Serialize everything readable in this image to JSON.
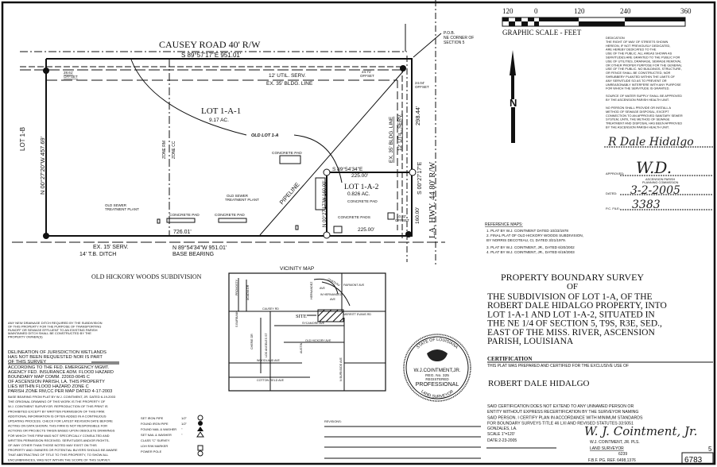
{
  "scale": {
    "labels": [
      "120",
      "0",
      "120",
      "240",
      "360"
    ],
    "title": "GRAPHIC SCALE - FEET"
  },
  "north_arrow": {
    "letter": "N",
    "icon": "north-arrow-icon"
  },
  "dedication": [
    "DEDICATION",
    "THE RIGHT OF WAY OF STREETS SHOWN",
    "HEREON, IF NOT PREVIOUSLY DEDICATED,",
    "ARE HEREBY DEDICATED TO THE",
    "USE OF THE PUBLIC. ALL AREAS SHOWN AS",
    "SERVITUDES ARE GRANTED TO THE PUBLIC FOR",
    "USE OF UTILITIES, DRAINAGE, SEWAGE REMOVAL",
    "OR OTHER PROPER PURPOSE FOR THE GENERAL",
    "USE OF THE PUBLIC. NO BUILDINGS, STRUCTURE,",
    "OR FENCE SHALL BE CONSTRUCTED, NOR",
    "SHRUBBERY PLANTED WITHIN THE LIMITS OF",
    "ANY SERVITUDE SO AS TO PREVENT OR",
    "UNREASONABLY INTERFERE WITH ANY PURPOSE",
    "FOR WHICH THE SERVITUDE IS GRANTED."
  ],
  "water": [
    "SOURCE OF WATER SUPPLY SHALL BE APPROVED",
    "BY THE ASCENSION PARISH HEALTH UNIT."
  ],
  "sewage": [
    "NO PERSON SHALL PROVIDE OR INSTALL A",
    "METHOD OF SEWAGE DISPOSAL, EXCEPT",
    "CONNECTION TO AN APPROVED SANITARY SEWER",
    "SYSTEM, UNTIL THE METHOD OF SEWAGE",
    "TREATMENT AND DISPOSAL HAS BEEN APPROVED",
    "BY THE ASCENSION PARISH HEALTH UNIT."
  ],
  "approval": {
    "owner_signature": "R Dale Hidalgo",
    "approved_label": "APPROVED:",
    "approver_signature": "W.D.",
    "commission": [
      "ASCENSION PARISH",
      "PLANNING COMMISSION"
    ],
    "dated_label": "DATED:",
    "dated_value": "3-2-2005",
    "file_label": "P.C. FILE:",
    "file_value": "3383"
  },
  "reference_maps": {
    "title": "REFERENCE MAPS:",
    "items": [
      "1.  PLAT BY W.J. COINTMENT DATED 10/23/1978",
      "2.  FINAL PLAT OF OLD HICKORY WOODS SUBDIVISION,",
      "     BY NORRIS DECOTEAU, CI, DATED 3/21/1979.",
      "3.  PLAT BY W.J. COINTMENT, JR., DATED 6/20/2002",
      "4.  PLAT BY W.J. COINTMENT, JR., DATED 6/19/2003"
    ]
  },
  "title_block": {
    "lines": [
      "PROPERTY BOUNDARY SURVEY",
      "OF",
      "THE  SUBDIVISION OF  LOT 1-A,  OF THE",
      "ROBERT DALE HIDALGO  PROPERTY,  INTO",
      "LOT 1-A-1 AND LOT 1-A-2,  SITUATED IN",
      "THE NE 1/4 OF SECTION 5, T9S, R3E, SED.,",
      "EAST  OF THE  MISS. RIVER,  ASCENSION",
      "PARISH, LOUISIANA"
    ]
  },
  "certification": {
    "title": "CERTIFICATION",
    "text": "THIS PLAT WAS PREPARED AND CERTIFIED FOR THE EXCLUSIVE USE OF",
    "client": "ROBERT DALE HIDALGO",
    "disclaimer": [
      "SAID CERTIFICATION DOES NOT EXTEND TO ANY UNNAMED PERSON OR",
      "ENTITY WITHOUT EXPRESS RECERTIFICATION BY THE SURVEYOR NAMING",
      "SAID PERSON.  I CERTIFY PLAN IN ACCORDANCE WITH MINIMUM STANDARDS",
      "FOR BOUNDARY SURVEYS TITLE 46 LXI AND REVISED STATUTES 33:5051"
    ],
    "location": "GONZALES, LA.",
    "scale": "SCALE 1\"=120'",
    "date": "DATE:2-23-2005",
    "signature": "W. J. Cointment, Jr.",
    "surveyor": "W.J. COINTMENT, JR. PLS.",
    "surveyor_title": "LAND SURVEYOR",
    "job_no": "6239",
    "fb_ref": "F.B.F. PG. REF. 6498,1376",
    "sheet_no": "5",
    "drawing_no": "6783"
  },
  "seal": {
    "arc_top": "STATE OF LOUISIANA",
    "name": "W.J.COINTMENT,JR.",
    "reg": "REG. No. 325",
    "registered": "REGISTERED",
    "professional": "PROFESSIONAL",
    "arc_bottom": "LAND SURVEYOR"
  },
  "revisions": {
    "label": "REVISIONS:"
  },
  "notes": {
    "drainage": [
      "ANY NEW DRAINAGE DITCH REQUIRED BY THE SUBDIVISION",
      "OF THIS PROPERTY FOR THE PURPOSE OF TRANSPORTING",
      "RUNOFF OR SEWAGE EFFLUENT TO AN EXISTING PARISH",
      "MAINTAINED DITCH SHALL BE CONSTRUCTED BY THE",
      "PROPERTY OWNER(S)"
    ],
    "wetlands": [
      "DELINEATION OF JURISDICTION WETLANDS",
      "HAS NOT BEEN REQUESTED NOR IS PART",
      "OF THIS SURVEY"
    ],
    "flood": [
      "ACCORDING TO THE FED. EMERGENCY MGMT.",
      "AGENCY FED. INSURANCE ADM. FLOOD HAZARD",
      "BOUNDARY MAP COMM. 22003-0045 C",
      "OF ASCENSION PARISH, LA. THIS PROPERTY",
      "LIES WITHIN FLOOD HAZARD ZONE C",
      "PARISH ZONE RM,CC PER MAP DATED 4-17-2003"
    ],
    "base": [
      "BASE BEARING FROM PLAT BY W.J. COINTMENT, JR. DATED 6-19-2003",
      "THE ORIGINAL DRAWING OF THIS WORK IS THE PROPERTY OF",
      "W.J. COINTMENT SURVEYOR. REPRODUCTION OF THIS PRINT IS",
      "PROHIBITED EXCEPT BY WRITTEN PERMISSION OF THIS FIRM.",
      "ADDITIONAL INFORMATION IS OFTEN ADDED IN A CONTINUOUS",
      "UPDATING PROCESS. CHECK FOR LATEST REVISION DATE BEFORE",
      "ACTING ON DATA SHOWN. THIS FIRM IS NOT RESPONSIBLE FOR",
      "ACTIONS OR PROJECTS TAKEN BASED UPON OBSOLETE DRAWINGS",
      "FOR WHICH THIS FIRM WAS NOT SPECIFICALLY CONSULTED AND",
      "WRITTEN PERMISSION RECEIVED. SERVITUDES AND/OR RIGHTS-",
      "OF-WAY OTHER THAN THOSE NOTED MAY EXIST ON THIS",
      "PROPERTY AND OWNERS OR POTENTIAL BUYERS SHOULD BE AWARE",
      "THAT ABSTRACTING OF TITLE TO THIS PROPERTY, TO SHOW ALL",
      "ENCUMBRANCES, WAS NOT WITHIN THE SCOPE OF THIS SURVEY."
    ]
  },
  "legend": [
    {
      "label": "SET IRON PIPE",
      "size": "1/2\"",
      "symbol": "open-circle"
    },
    {
      "label": "FOUND IRON PIPE",
      "size": "1/2\"",
      "symbol": "filled-circle"
    },
    {
      "label": "FOUND NAIL & WASHER",
      "size": "\"",
      "symbol": "filled-triangle"
    },
    {
      "label": "SET NAIL & WASHER",
      "size": "\"",
      "symbol": "open-triangle"
    },
    {
      "label": "CLASS \"C\" SURVEY",
      "size": "",
      "symbol": ""
    },
    {
      "label": "LDH R/W MARKER",
      "size": "",
      "symbol": "square"
    },
    {
      "label": "POWER POLE",
      "size": "",
      "symbol": "power-pole"
    }
  ],
  "plat": {
    "road": "CAUSEY ROAD 40' R/W",
    "north_bearing": "S 89°57'17\"E   951.01'",
    "offset_nw": [
      "28.61'",
      "OFFSET"
    ],
    "util_north": "12' UTIL. SERV.",
    "bldg_north": "EX. 35' BLDG. LINE",
    "offset_ne": [
      "24.71'",
      "OFFSET"
    ],
    "offset_e": [
      "24.04'",
      "OFFSET"
    ],
    "pob": [
      "P.O.B.",
      "NE CORNER OF",
      "SECTION 5"
    ],
    "lot_west": "LOT 1-B",
    "west_bearing": "N 00°27'20\"W   457.69'",
    "zone_rm": "ZONE RM",
    "zone_cc": "ZONE CC",
    "lot1": "LOT 1-A-1",
    "lot1_area": "9.17 AC.",
    "old_lot": "OLD LOT 1-A",
    "concrete_pad": "CONCRETE PAD",
    "concrete_pads": "CONCRETE PADS",
    "pipeline": "PIPELINE",
    "bldg_east": "EX. 35' BLDG. LINE",
    "util_east": "12' UTIL. SERV.",
    "east_dist": "298.44'",
    "east_bearing": "S 00°27'17\"E",
    "highway": "LA. HWY. 44  80' R/W",
    "lot2_north": "S 89°54'34\"E",
    "lot2_north_dist": "225.00'",
    "lot2": "LOT 1-A-2",
    "lot2_area": "0.826 AC.",
    "lot2_west": "N 00°27'17\"W  160.00'",
    "lot2_east_dist": "160.00'",
    "lot2_south_dist": "225.00'",
    "offset_se": [
      "10.82'",
      "OFFSET"
    ],
    "sewer_plant": [
      "OLD SEWER",
      "TREATMENT PLANT"
    ],
    "south_dist": "726.01'",
    "serv_south": "EX. 15' SERV.",
    "ditch": "14' T.B. DITCH",
    "south_bearing": "N 89°54'34\"W   951.01'",
    "base_bearing": "BASE BEARING",
    "subdivision": "OLD HICKORY WOODS SUBDIVISION"
  },
  "vicinity": {
    "title": "VICINITY MAP",
    "streets": {
      "burbank": "S BURBANK",
      "provosty": "PROVOSTY",
      "acadia": "ACADIA DR",
      "hernandez_n": "HERNANDEZ",
      "hernandez_w": "W HERNANDEZ",
      "ave": "AVE",
      "chateau": "CHATEAU",
      "fairmont": "FAIRMONT AVE",
      "causey": "CAUSEY RD",
      "evans": "MERRITT EVANS RD",
      "site": "SITE",
      "cherie": "CHERIE DR",
      "angeles": "LOS ANGELES ST",
      "sycamore": "SYCAMORE AVE",
      "austin": "AUSTIN",
      "hickory": "OLD HICKORY AVE",
      "woodland": "WOODLAND AVE",
      "burnside": "N BURNSIDE AVE",
      "cotton": "COTTON FIELD AVE"
    }
  }
}
